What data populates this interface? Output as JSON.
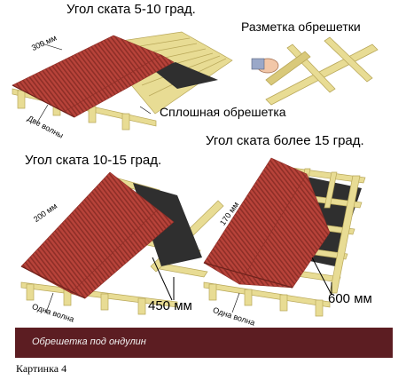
{
  "labels": {
    "angle_5_10": "Угол ската 5-10 град.",
    "marking": "Разметка обрешетки",
    "solid_batten": "Сплошная обрешетка",
    "dim_300": "300 мм",
    "two_waves": "Две волны",
    "angle_10_15": "Угол ската 10-15 град.",
    "dim_200": "200 мм",
    "dim_450": "450 мм",
    "one_wave_1": "Одна волна",
    "angle_15_plus": "Угол ската более 15 град.",
    "dim_170": "170 мм",
    "dim_600": "600 мм",
    "one_wave_2": "Одна волна"
  },
  "banner": {
    "text": "Обрешетка под ондулин"
  },
  "caption": "Картинка 4",
  "colors": {
    "sheet": "#b8433a",
    "sheet_dark": "#8e2e27",
    "wood": "#e8dc94",
    "wood_edge": "#b9a85a",
    "membrane": "#2f2f2f",
    "banner": "#5c1d22"
  }
}
